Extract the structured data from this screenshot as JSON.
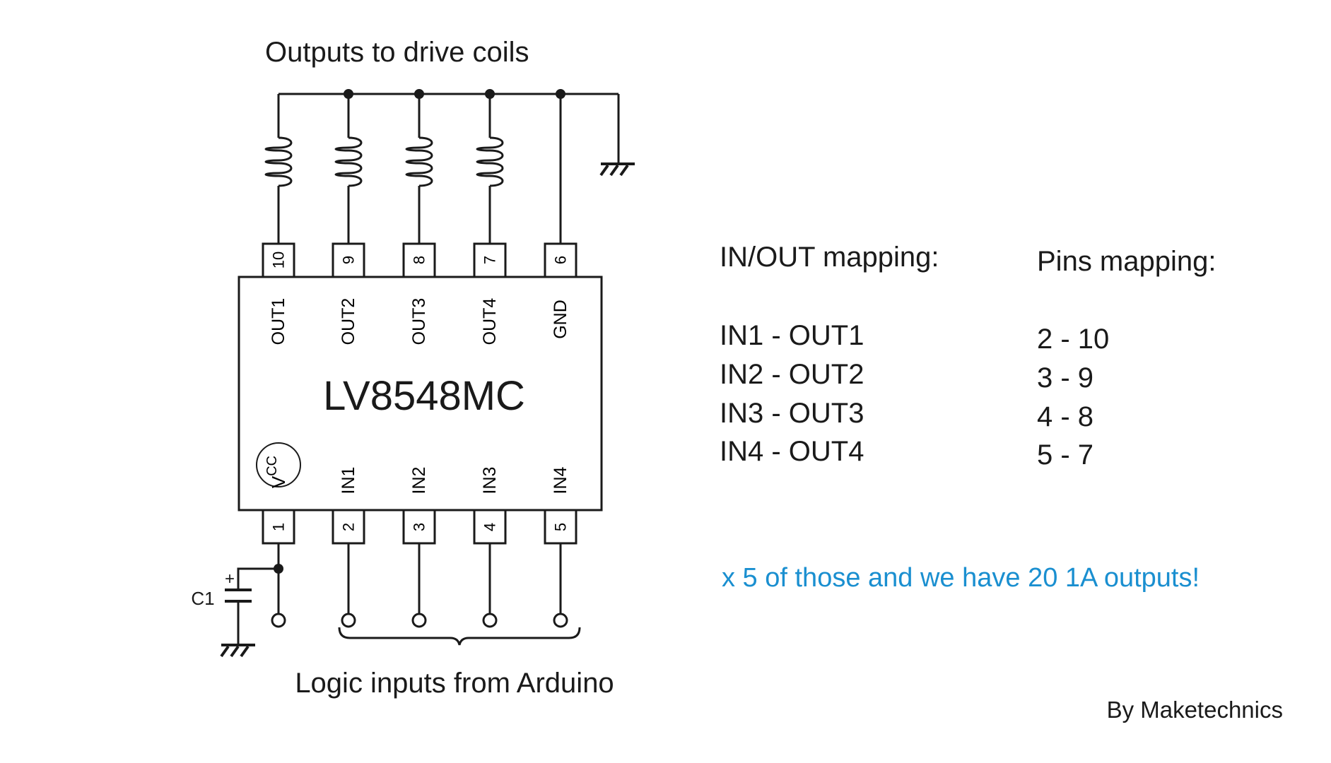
{
  "diagram": {
    "top_caption": "Outputs to drive coils",
    "bottom_caption": "Logic inputs from Arduino",
    "chip": {
      "name": "LV8548MC",
      "top_pins": [
        {
          "number": "10",
          "label": "OUT1"
        },
        {
          "number": "9",
          "label": "OUT2"
        },
        {
          "number": "8",
          "label": "OUT3"
        },
        {
          "number": "7",
          "label": "OUT4"
        },
        {
          "number": "6",
          "label": "GND"
        }
      ],
      "bottom_pins": [
        {
          "number": "1",
          "label": "V",
          "subscript": "CC"
        },
        {
          "number": "2",
          "label": "IN1"
        },
        {
          "number": "3",
          "label": "IN2"
        },
        {
          "number": "4",
          "label": "IN3"
        },
        {
          "number": "5",
          "label": "IN4"
        }
      ]
    },
    "capacitor": {
      "label": "C1",
      "polarity": "+"
    }
  },
  "io_mapping": {
    "heading": "IN/OUT mapping:",
    "rows": [
      "IN1 - OUT1",
      "IN2 - OUT2",
      "IN3 - OUT3",
      "IN4 - OUT4"
    ]
  },
  "pins_mapping": {
    "heading": "Pins mapping:",
    "rows": [
      "2 - 10",
      "3 - 9",
      "4 - 8",
      "5 - 7"
    ]
  },
  "note": "x 5 of those and we have 20 1A outputs!",
  "credit": "By Maketechnics",
  "colors": {
    "line": "#1a1a1a",
    "note": "#1a8fd0",
    "background": "#ffffff"
  }
}
